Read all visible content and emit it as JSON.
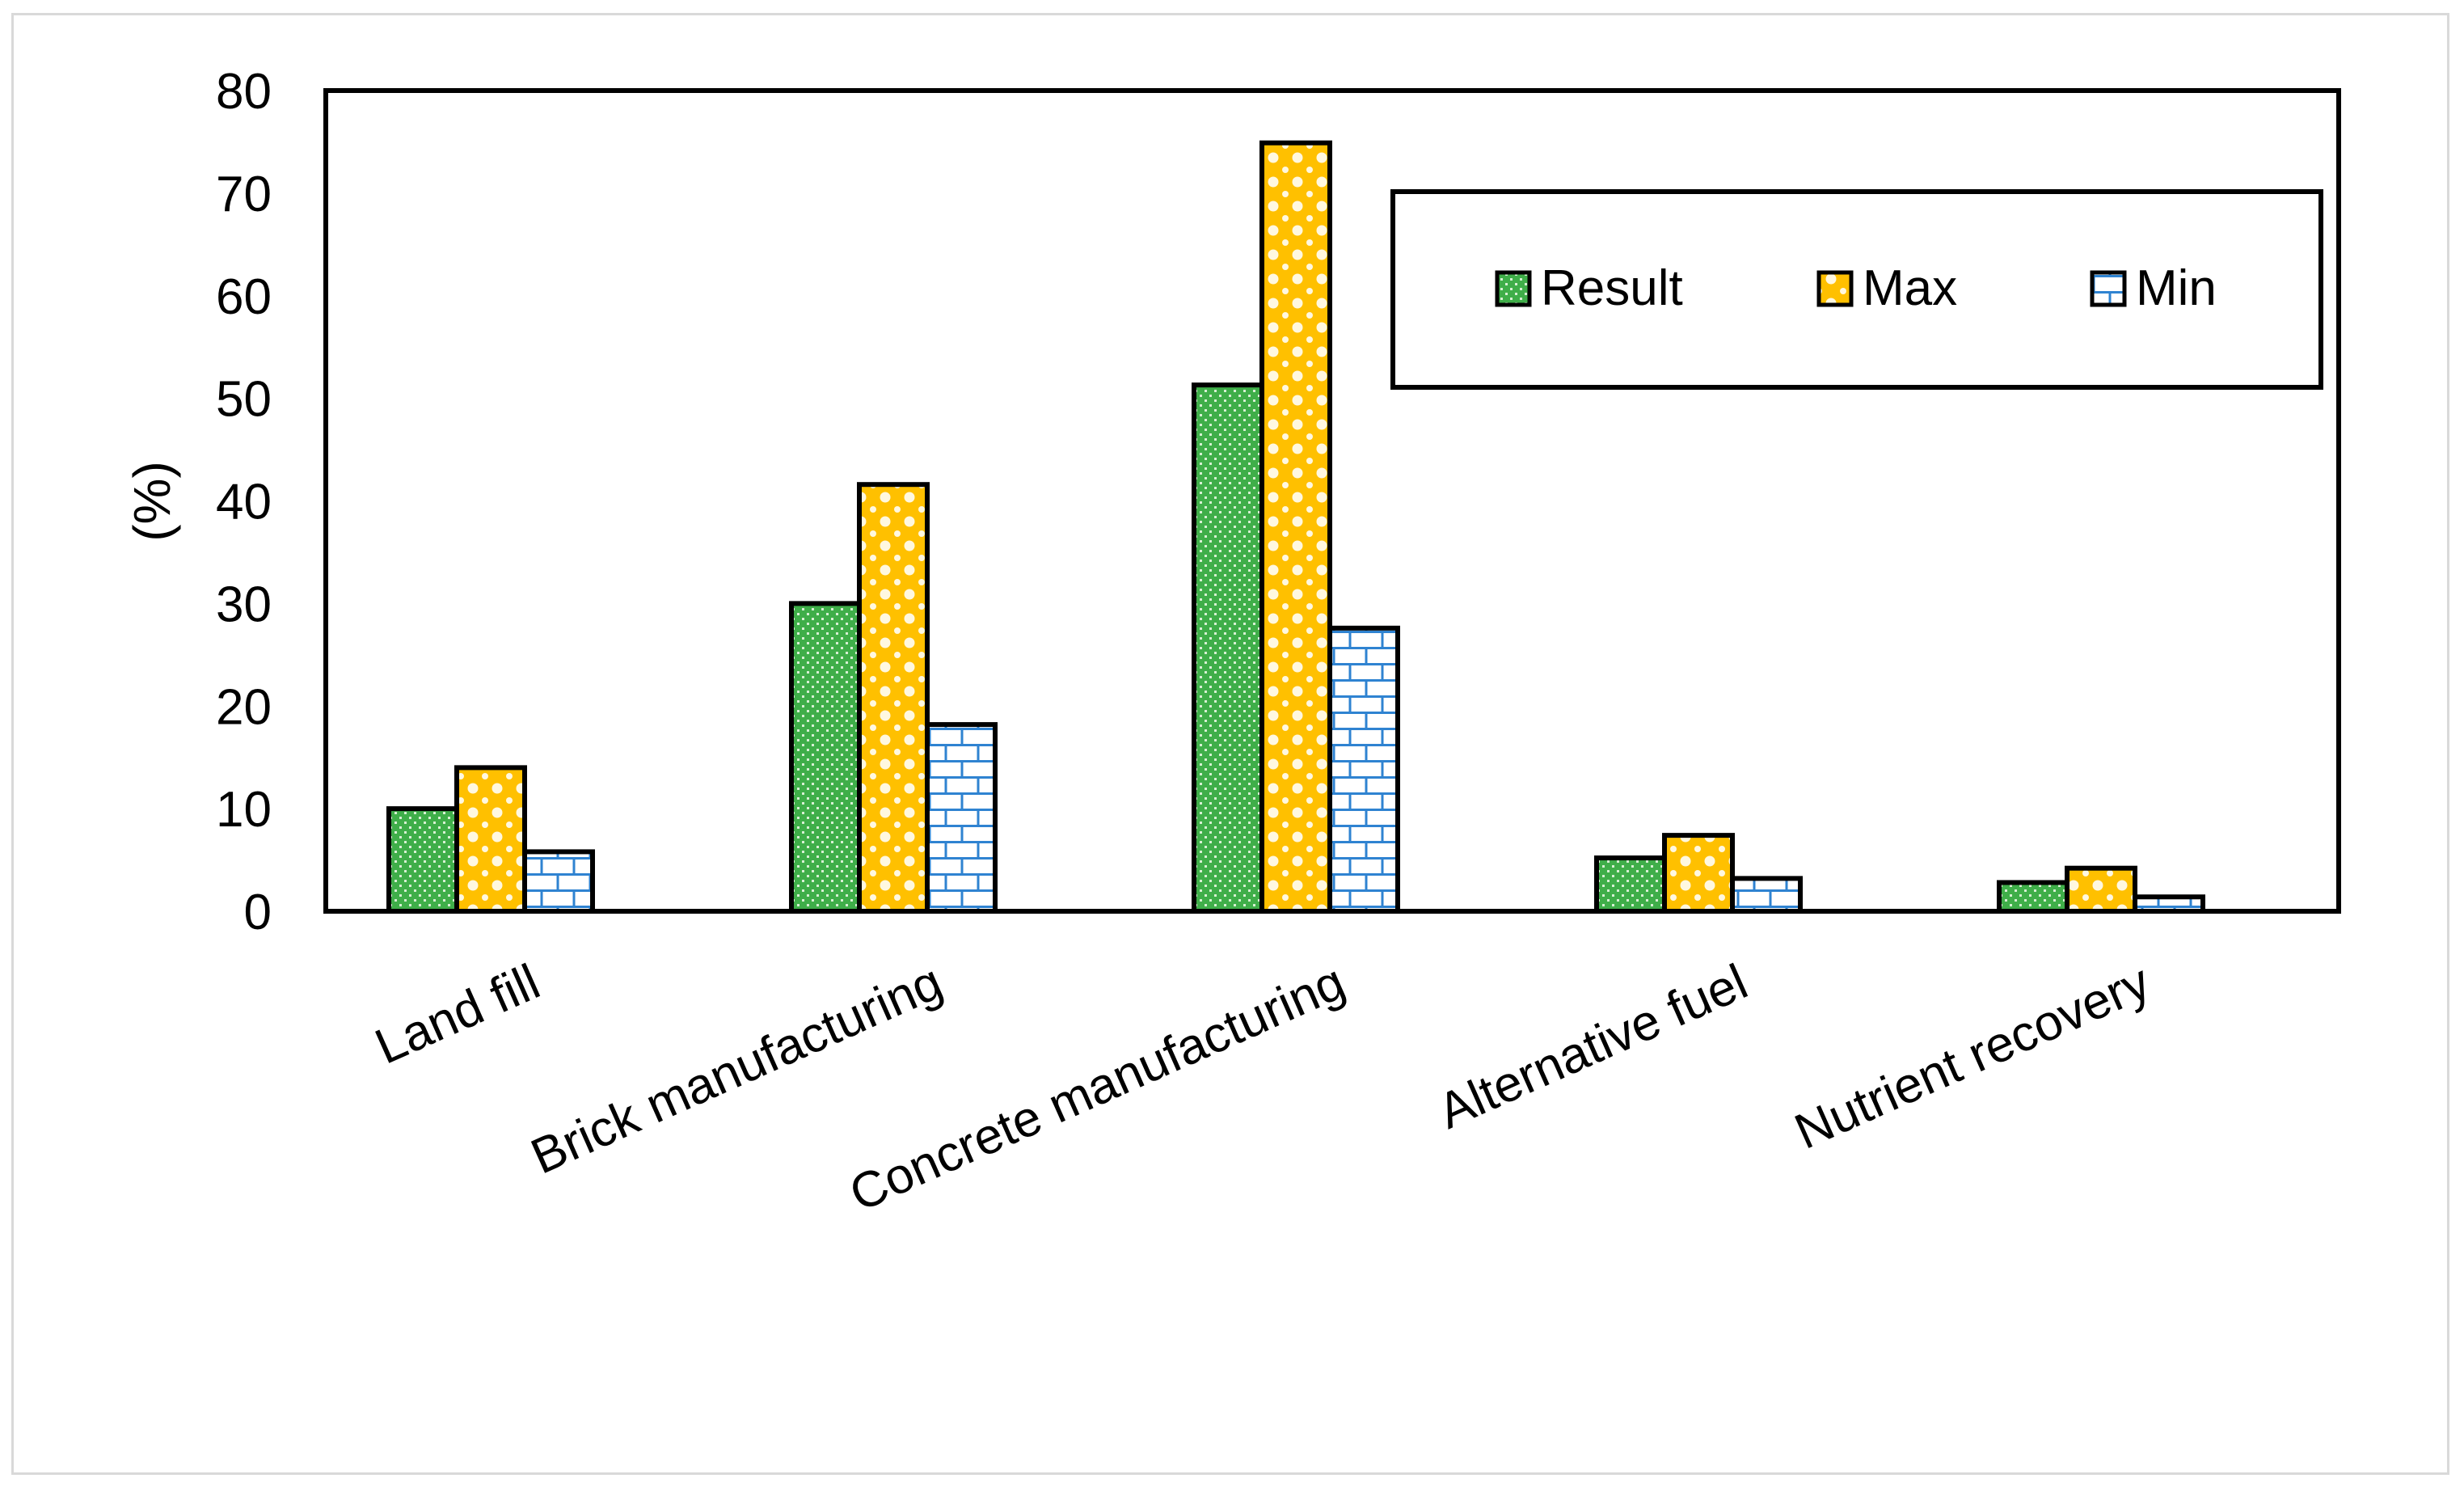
{
  "chart_data": {
    "type": "bar",
    "title": "",
    "xlabel": "",
    "ylabel": "(%)",
    "ylim": [
      0,
      80
    ],
    "yticks": [
      0,
      10,
      20,
      30,
      40,
      50,
      60,
      70,
      80
    ],
    "grid": false,
    "legend_position": "top-right",
    "categories": [
      "Land fill",
      "Brick manufacturing",
      "Concrete manufacturing",
      "Alternative fuel",
      "Nutrient recovery"
    ],
    "series": [
      {
        "name": "Result",
        "values": [
          10,
          30,
          51.3,
          5.2,
          2.8
        ],
        "color": "#3fae49",
        "pattern": "dots"
      },
      {
        "name": "Max",
        "values": [
          14,
          41.6,
          74.9,
          7.4,
          4.2
        ],
        "color": "#ffc000",
        "pattern": "circles"
      },
      {
        "name": "Min",
        "values": [
          5.8,
          18.2,
          27.6,
          3.2,
          1.4
        ],
        "color": "#2f83d1",
        "pattern": "bricks"
      }
    ]
  }
}
